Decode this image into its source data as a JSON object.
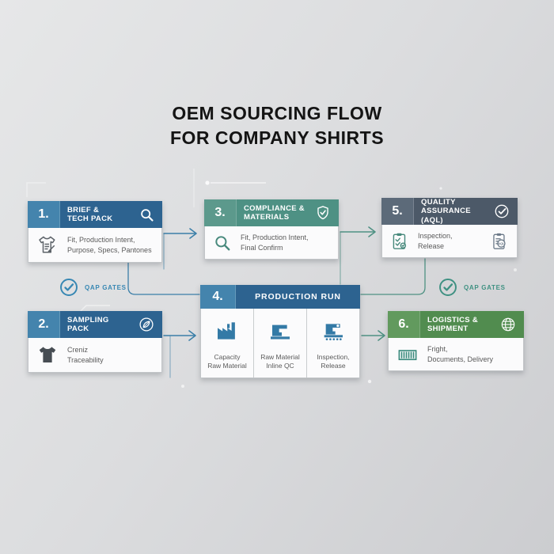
{
  "title": {
    "line1": "OEM SOURCING FLOW",
    "line2": "FOR COMPANY SHIRTS"
  },
  "badges": {
    "left": {
      "label": "QAP GATES",
      "icon": "check-circle-icon",
      "color": "#3787b3"
    },
    "right": {
      "label": "QAP GATES",
      "icon": "check-circle-icon",
      "color": "#3f9182"
    }
  },
  "boxes": [
    {
      "number": "1.",
      "title_line1": "BRIEF &",
      "title_line2": "TECH PACK",
      "header_icon": "magnifier-icon",
      "body_icon": "tshirt-spec-icon",
      "text_line1": "Fit, Production Intent,",
      "text_line2": "Purpose, Specs, Pantones",
      "theme_color": "#2d6390"
    },
    {
      "number": "2.",
      "title_line1": "SAMPLING",
      "title_line2": "PACK",
      "header_icon": "leaf-icon",
      "body_icon": "tshirt-icon",
      "text_line1": "Creniz",
      "text_line2": "Traceability",
      "theme_color": "#2d6390"
    },
    {
      "number": "3.",
      "title_line1": "COMPLIANCE &",
      "title_line2": "MATERIALS",
      "header_icon": "shield-check-icon",
      "body_icon": "magnifier-icon",
      "text_line1": "Fit, Production Intent,",
      "text_line2": "Final Confirm",
      "theme_color": "#4e9184"
    },
    {
      "number": "4.",
      "title_line1": "PRODUCTION RUN",
      "title_line2": "",
      "header_icon": "",
      "theme_color": "#2d6390",
      "columns": [
        {
          "icon": "factory-icon",
          "line1": "Capacity",
          "line2": "Raw Material"
        },
        {
          "icon": "sewing-machine-icon",
          "line1": "Raw Material",
          "line2": "Inline QC"
        },
        {
          "icon": "sewing-machine-icon",
          "line1": "Inspection,",
          "line2": "Release"
        }
      ]
    },
    {
      "number": "5.",
      "title_line1": "QUALITY",
      "title_line2": "ASSURANCE (AQL)",
      "header_icon": "circle-check-icon",
      "body_icon": "clipboard-check-icon",
      "trail_icon": "clipboard-aql-icon",
      "text_line1": "Inspection,",
      "text_line2": "Release",
      "theme_color": "#4c5968"
    },
    {
      "number": "6.",
      "title_line1": "LOGISTICS &",
      "title_line2": "SHIPMENT",
      "header_icon": "globe-icon",
      "body_icon": "container-icon",
      "text_line1": "Fright,",
      "text_line2": "Documents, Delivery",
      "theme_color": "#518c4f"
    }
  ],
  "colors": {
    "blue_header": "#2d6390",
    "blue_number": "#4484ad",
    "teal_header": "#4e9184",
    "teal_number": "#5c998c",
    "slate_header": "#4c5968",
    "slate_number": "#5c6a79",
    "green_header": "#518c4f",
    "green_number": "#629a5e",
    "arrow_blue": "#3b7fa8",
    "arrow_teal": "#4f9183"
  }
}
